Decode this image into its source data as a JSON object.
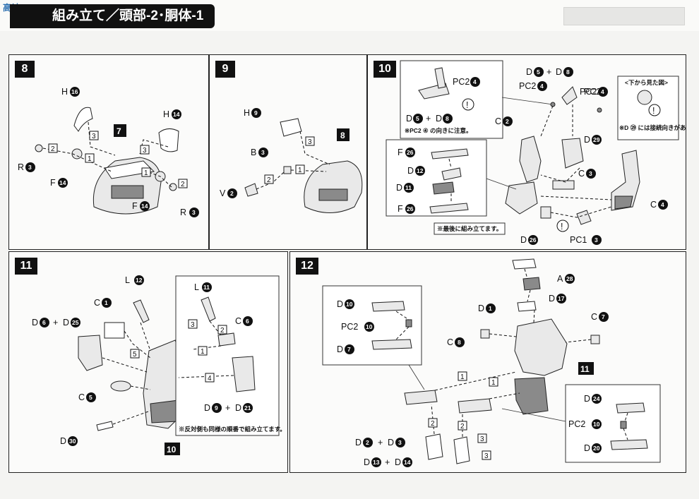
{
  "header": {
    "title": "組み立て／頭部-2･胴体-1",
    "watermark": "高达SEARCH"
  },
  "steps": {
    "s8": {
      "number": "8",
      "result_ref": "7",
      "labels": {
        "h16": "H",
        "h16n": "16",
        "h14": "H",
        "h14n": "14",
        "r3a": "R",
        "r3an": "3",
        "f14a": "F",
        "f14an": "14",
        "f14b": "F",
        "f14bn": "14",
        "r3b": "R",
        "r3bn": "3"
      },
      "seq": [
        "3",
        "2",
        "1",
        "3",
        "1",
        "2"
      ]
    },
    "s9": {
      "number": "9",
      "result_ref": "8",
      "labels": {
        "h9": "H",
        "h9n": "9",
        "b3": "B",
        "b3n": "3",
        "v2": "V",
        "v2n": "2"
      },
      "seq": [
        "3",
        "1",
        "2"
      ]
    },
    "s10": {
      "number": "10",
      "callout_note": "※PC2 ④ の向きに注意。",
      "callout_bottom_note": "※D ㉙ には接続向きがあります。",
      "bottom_view_label": "<下から見た図>",
      "final_note": "※最後に組み立てます。",
      "labels": {
        "pc2a": "PC2",
        "pc2an": "4",
        "d5a": "D",
        "d5an": "5",
        "plus1": "+",
        "d8a": "D",
        "d8an": "8",
        "d5b": "D",
        "d5bn": "5",
        "plus2": "+",
        "d8b": "D",
        "d8bn": "8",
        "pc2b": "PC2",
        "pc2bn": "4",
        "pc2c": "PC2",
        "pc2cn": "4",
        "pc2d": "PC2",
        "pc2dn": "4",
        "c2": "C",
        "c2n": "2",
        "d29": "D",
        "d29n": "29",
        "c3": "C",
        "c3n": "3",
        "c4": "C",
        "c4n": "4",
        "f26a": "F",
        "f26an": "26",
        "d12": "D",
        "d12n": "12",
        "d11": "D",
        "d11n": "11",
        "f26b": "F",
        "f26bn": "26",
        "d26": "D",
        "d26n": "26",
        "pc1": "PC1",
        "pc1n": "3"
      }
    },
    "s11": {
      "number": "11",
      "result_ref": "10",
      "bottom_note": "※反対側も同様の順番で組み立てます。",
      "labels": {
        "l12": "L",
        "l12n": "12",
        "c1": "C",
        "c1n": "1",
        "d6": "D",
        "d6n": "6",
        "plus": "+",
        "d25": "D",
        "d25n": "25",
        "c5": "C",
        "c5n": "5",
        "d30": "D",
        "d30n": "30",
        "l11": "L",
        "l11n": "11",
        "c6": "C",
        "c6n": "6",
        "d9": "D",
        "d9n": "9",
        "plus2": "+",
        "d21": "D",
        "d21n": "21"
      },
      "seq": [
        "5",
        "3",
        "2",
        "1",
        "4"
      ]
    },
    "s12": {
      "number": "12",
      "result_ref": "11",
      "labels": {
        "d10": "D",
        "d10n": "10",
        "pc2a": "PC2",
        "pc2an": "10",
        "d7": "D",
        "d7n": "7",
        "a28": "A",
        "a28n": "28",
        "d17": "D",
        "d17n": "17",
        "d1": "D",
        "d1n": "1",
        "c7": "C",
        "c7n": "7",
        "c8": "C",
        "c8n": "8",
        "d2": "D",
        "d2n": "2",
        "plus1": "+",
        "d3": "D",
        "d3n": "3",
        "d13": "D",
        "d13n": "13",
        "plus2": "+",
        "d14": "D",
        "d14n": "14",
        "d24": "D",
        "d24n": "24",
        "pc2b": "PC2",
        "pc2bn": "10",
        "d20": "D",
        "d20n": "20"
      },
      "seq": [
        "1",
        "1",
        "2",
        "2",
        "3",
        "3"
      ]
    }
  }
}
